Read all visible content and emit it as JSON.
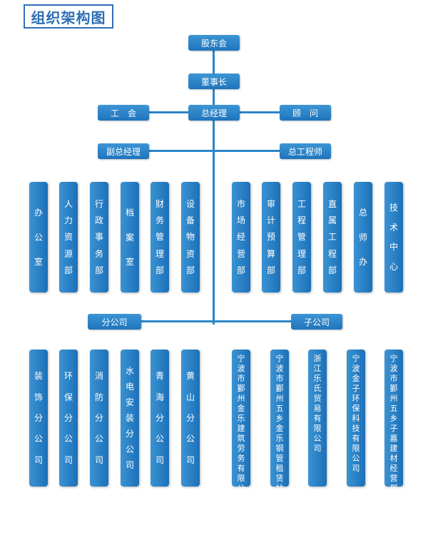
{
  "title": "组织架构图",
  "top": {
    "shareholders": "股东会",
    "chairman": "董事长",
    "general_manager": "总经理",
    "union": "工　会",
    "advisor": "顾　问",
    "deputy_gm": "副总经理",
    "chief_engineer": "总工程师"
  },
  "departments": [
    "办公室",
    "人力资源部",
    "行政事务部",
    "档案室",
    "财务管理部",
    "设备物资部",
    "市场经营部",
    "审计预算部",
    "工程管理部",
    "直属工程部",
    "总师办",
    "技术中心"
  ],
  "branch_label": "分公司",
  "subsidiary_label": "子公司",
  "branches": [
    "装饰分公司",
    "环保分公司",
    "消防分公司",
    "水电安装分公司",
    "青海分公司",
    "黄山分公司"
  ],
  "subsidiaries": [
    "宁波市鄞州金乐建筑劳务有限公司",
    "宁波市鄞州五乡金乐钢管租赁站",
    "浙江乐氏贸易有限公司",
    "宁波金子环保科技有限公司",
    "宁波市鄞州五乡子嘉建材经营部"
  ],
  "colors": {
    "box": "#2a86c8",
    "line": "#2a86c8",
    "title": "#2f6fb3"
  }
}
